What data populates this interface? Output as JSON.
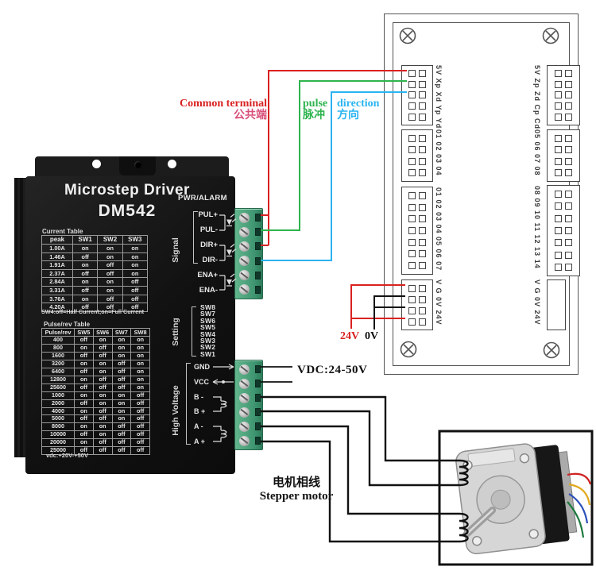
{
  "driver": {
    "title": "Microstep Driver",
    "model": "DM542",
    "pwr_alarm": "PWR/ALARM",
    "signal_label": "Signal",
    "setting_label": "Setting",
    "high_voltage_label": "High Voltage",
    "signal_terminals": [
      "PUL+",
      "PUL-",
      "DIR+",
      "DIR-",
      "ENA+",
      "ENA-"
    ],
    "sw_list": [
      "SW8",
      "SW7",
      "SW6",
      "SW5",
      "SW4",
      "SW3",
      "SW2",
      "SW1"
    ],
    "power_terminals": [
      "GND",
      "VCC",
      "B -",
      "B +",
      "A -",
      "A +"
    ],
    "bottom_note": "vdc:+20V-+50V",
    "current_table": {
      "title": "Current Table",
      "headers": [
        "peak",
        "SW1",
        "SW2",
        "SW3"
      ],
      "rows": [
        [
          "1.00A",
          "on",
          "on",
          "on"
        ],
        [
          "1.46A",
          "off",
          "on",
          "on"
        ],
        [
          "1.91A",
          "on",
          "off",
          "on"
        ],
        [
          "2.37A",
          "off",
          "off",
          "on"
        ],
        [
          "2.84A",
          "on",
          "on",
          "off"
        ],
        [
          "3.31A",
          "off",
          "on",
          "off"
        ],
        [
          "3.76A",
          "on",
          "off",
          "off"
        ],
        [
          "4.20A",
          "off",
          "off",
          "off"
        ]
      ],
      "note": "SW4:off=Half Current;on=Full Current"
    },
    "pulse_table": {
      "title": "Pulse/rev Table",
      "headers": [
        "Pulse/rev",
        "SW5",
        "SW6",
        "SW7",
        "SW8"
      ],
      "rows": [
        [
          "400",
          "off",
          "on",
          "on",
          "on"
        ],
        [
          "800",
          "on",
          "off",
          "on",
          "on"
        ],
        [
          "1600",
          "off",
          "off",
          "on",
          "on"
        ],
        [
          "3200",
          "on",
          "on",
          "off",
          "on"
        ],
        [
          "6400",
          "off",
          "on",
          "off",
          "on"
        ],
        [
          "12800",
          "on",
          "off",
          "off",
          "on"
        ],
        [
          "25600",
          "off",
          "off",
          "off",
          "on"
        ],
        [
          "1000",
          "on",
          "on",
          "on",
          "off"
        ],
        [
          "2000",
          "off",
          "on",
          "on",
          "off"
        ],
        [
          "4000",
          "on",
          "off",
          "on",
          "off"
        ],
        [
          "5000",
          "off",
          "off",
          "on",
          "off"
        ],
        [
          "8000",
          "on",
          "on",
          "off",
          "off"
        ],
        [
          "10000",
          "off",
          "on",
          "off",
          "off"
        ],
        [
          "20000",
          "on",
          "off",
          "off",
          "off"
        ],
        [
          "25000",
          "off",
          "off",
          "off",
          "off"
        ]
      ]
    }
  },
  "board": {
    "blocks_left": [
      "5V Xp Xd Yp Yd",
      "01 02 03 04",
      "01 02 03 04 05 06 07",
      "V G 0V 24V"
    ],
    "blocks_right": [
      "5V Zp Zd Cp Cd",
      "05 06 07 08",
      "08 09 10 11 12 13 14",
      "V G 0V 24V"
    ]
  },
  "annotations": {
    "common_terminal_en": "Common terminal",
    "common_terminal_zh": "公共端",
    "pulse_en": "pulse",
    "pulse_zh": "脉冲",
    "direction_en": "direction",
    "direction_zh": "方向",
    "supply_24v": "24V",
    "supply_0v": "0V",
    "vdc_range": "VDC:24-50V",
    "motor_phase_zh": "电机相线",
    "motor_phase_en": "Stepper motor"
  },
  "colors": {
    "common_red": "#d92121",
    "pulse_green": "#2eb44e",
    "direction_cyan": "#2ab4f0",
    "wire_black": "#111111",
    "common_zh_pink": "#d8507a",
    "terminal_green": "#3f9671",
    "board_line": "#555555"
  }
}
